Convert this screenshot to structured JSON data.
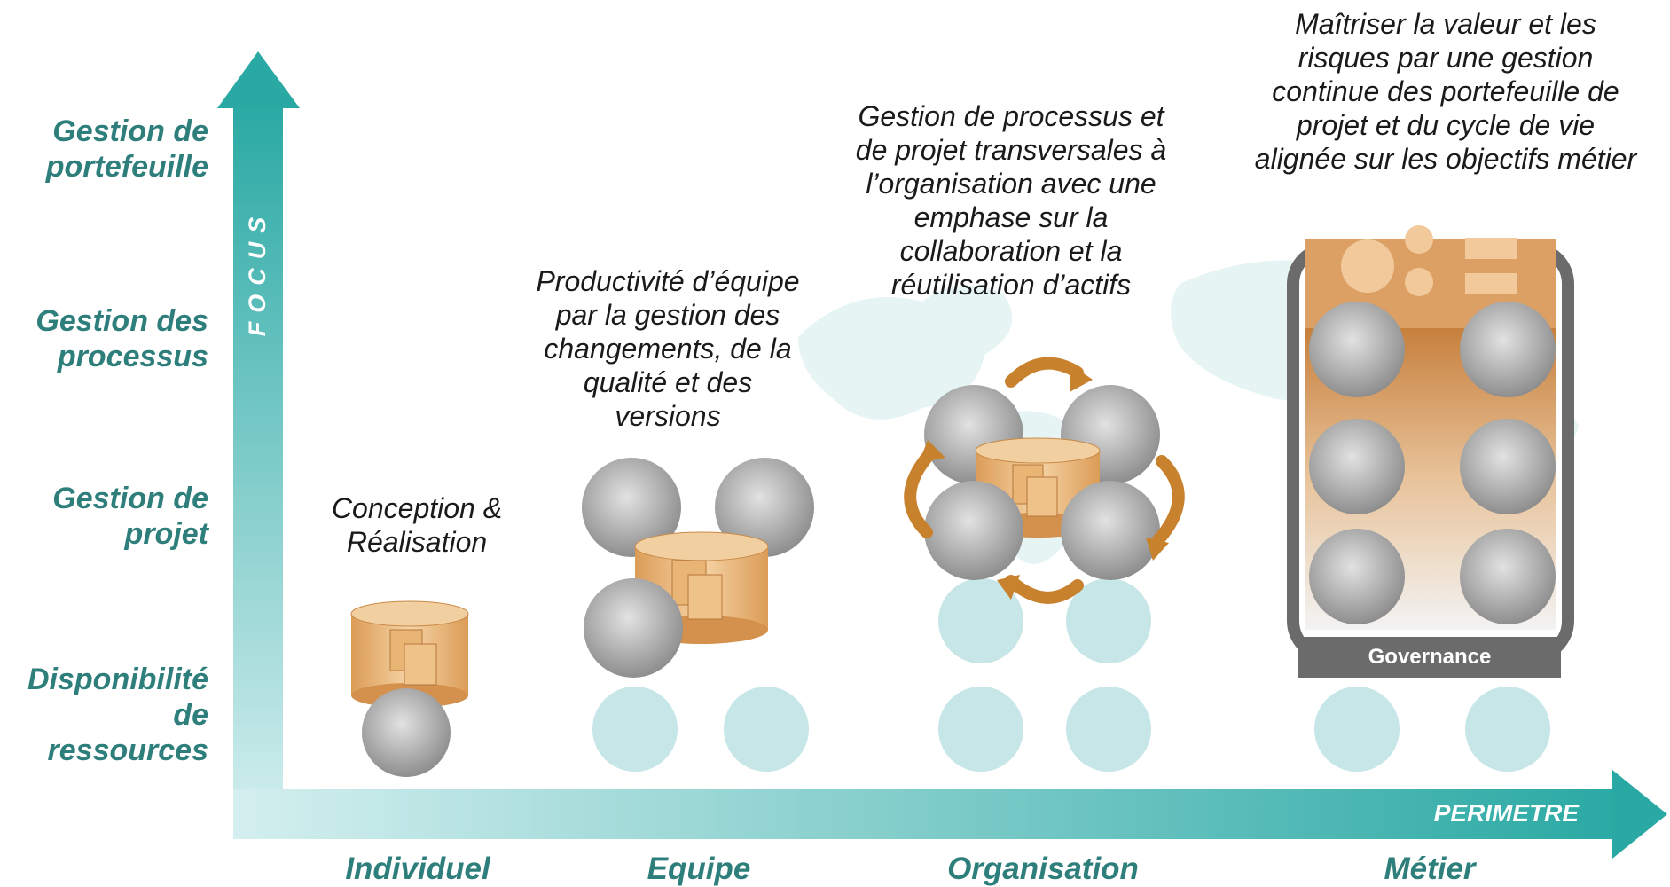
{
  "y_axis": {
    "name": "FOCUS",
    "levels": [
      "Gestion de\nportefeuille",
      "Gestion des\nprocessus",
      "Gestion de\nprojet",
      "Disponibilité\nde\nressources"
    ]
  },
  "x_axis": {
    "name": "PERIMETRE",
    "levels": [
      "Individuel",
      "Equipe",
      "Organisation",
      "Métier"
    ]
  },
  "stages": [
    {
      "description": "Conception &\nRéalisation"
    },
    {
      "description": "Productivité d’équipe\npar la gestion des\nchangements, de la\nqualité et des\nversions"
    },
    {
      "description": "Gestion de processus et\nde projet transversales à\nl’organisation avec une\nemphase sur la\ncollaboration et la\nréutilisation d’actifs"
    },
    {
      "description": "Maîtriser la valeur et les\nrisques par une gestion\ncontinue des portefeuille de\nprojet et du cycle de vie\nalignée sur les objectifs métier"
    }
  ],
  "governance_label": "Governance",
  "colors": {
    "accent": "#2e7f7b",
    "axis_light": "#d2eeee",
    "axis_dark": "#2aa9a4",
    "repository": "#e3a866",
    "governance_frame": "#6b6b6b"
  }
}
